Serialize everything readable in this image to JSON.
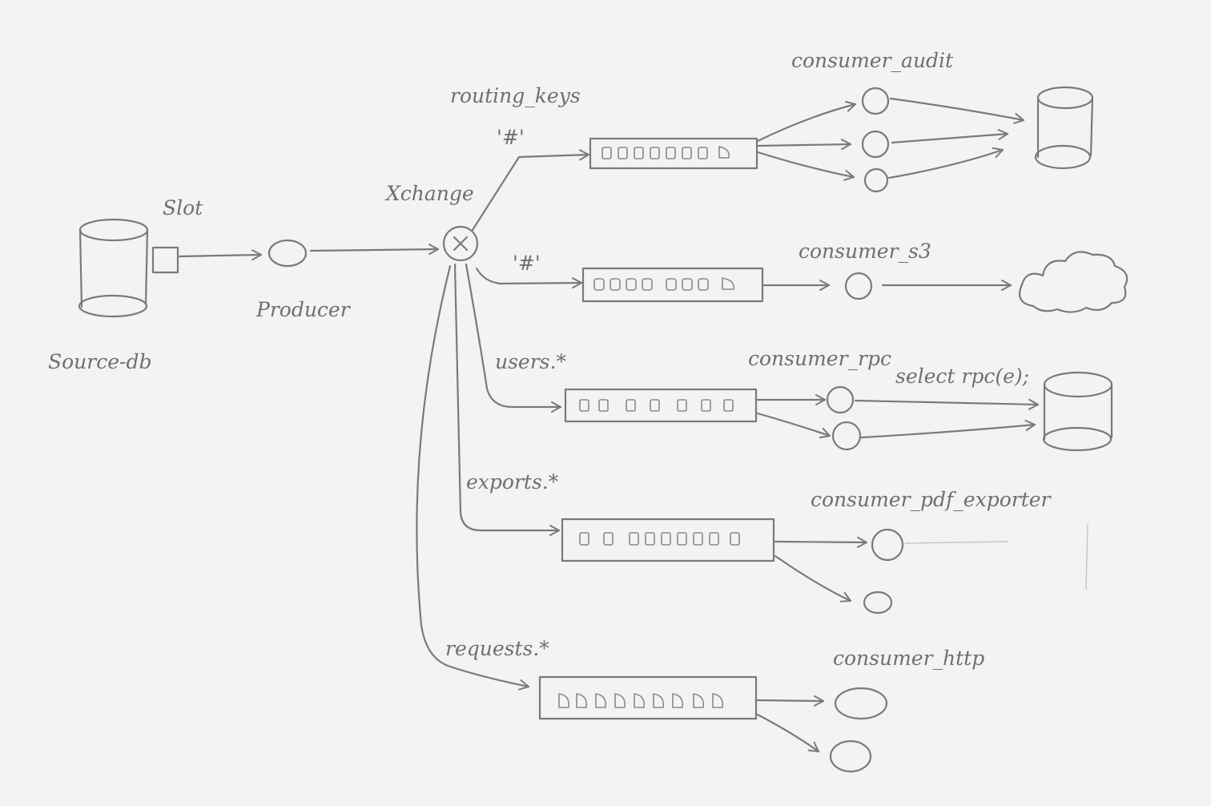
{
  "labels": {
    "source_db": "Source-db",
    "slot": "Slot",
    "producer": "Producer",
    "xchange": "Xchange",
    "routing_keys": "routing_keys",
    "key_hash_1": "'#'",
    "key_hash_2": "'#'",
    "key_users": "users.*",
    "key_exports": "exports.*",
    "key_requests": "requests.*",
    "consumer_audit": "consumer_audit",
    "consumer_s3": "consumer_s3",
    "consumer_rpc": "consumer_rpc",
    "select_rpc": "select rpc(e);",
    "consumer_pdf_exporter": "consumer_pdf_exporter",
    "consumer_http": "consumer_http"
  },
  "colors": {
    "paper": "#f3f3f1",
    "pencil": "#7a7a7a"
  },
  "icons": {
    "database": "database-icon",
    "cloud": "cloud-icon",
    "exchange": "exchange-x-icon"
  }
}
